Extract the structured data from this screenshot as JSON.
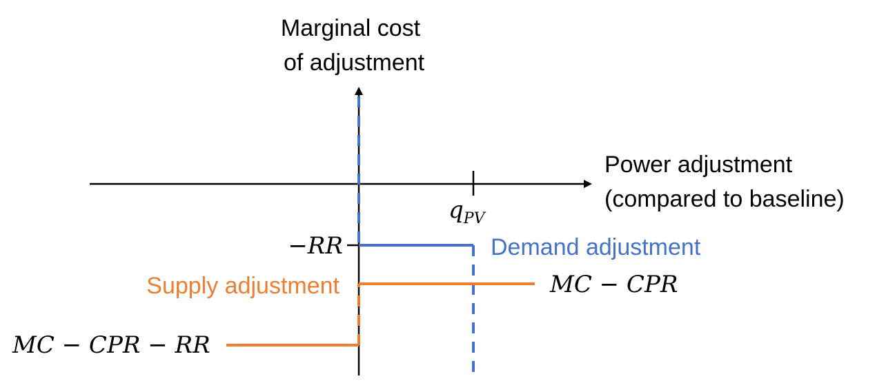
{
  "y_axis_label": {
    "line1": "Marginal cost",
    "line2": "of adjustment"
  },
  "x_axis_label": {
    "line1": "Power adjustment",
    "line2": "(compared to baseline)"
  },
  "q_tick_label": {
    "base": "q",
    "sub": "PV"
  },
  "rr_label": "−RR",
  "demand_label": "Demand adjustment",
  "supply_label": "Supply adjustment",
  "mc_cpr_label": "MC − CPR",
  "mc_cpr_rr_label": "MC − CPR − RR",
  "colors": {
    "axis": "#000000",
    "demand": "#4472C4",
    "supply": "#ED7D31"
  }
}
